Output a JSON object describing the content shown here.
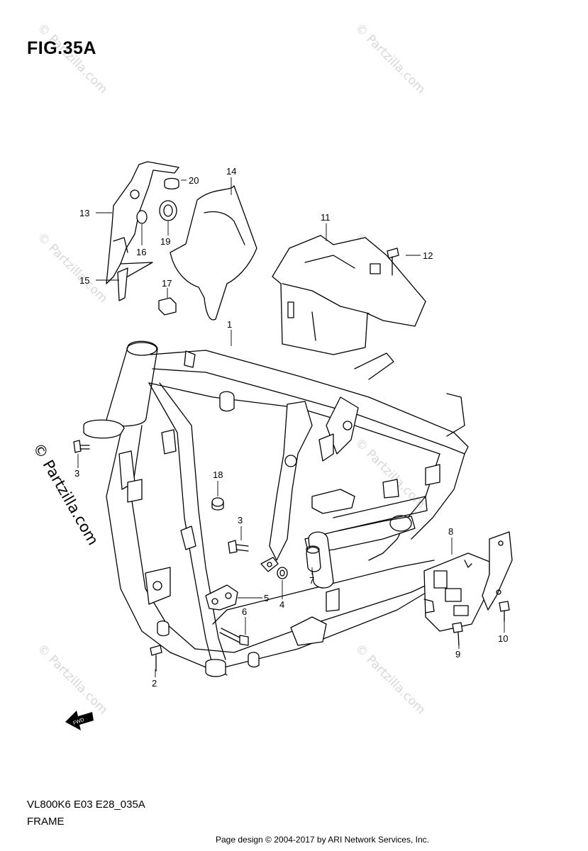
{
  "figure_title": "FIG.35A",
  "model_code": "VL800K6 E03 E28_035A",
  "section_name": "FRAME",
  "footer": "Page design © 2004-2017 by ARI Network Services, Inc.",
  "watermark": "© Partzilla.com",
  "fwd_label": "FWD",
  "callouts": [
    "1",
    "2",
    "3",
    "3",
    "4",
    "5",
    "6",
    "7",
    "8",
    "9",
    "10",
    "11",
    "12",
    "13",
    "14",
    "15",
    "16",
    "17",
    "18",
    "19",
    "20"
  ]
}
